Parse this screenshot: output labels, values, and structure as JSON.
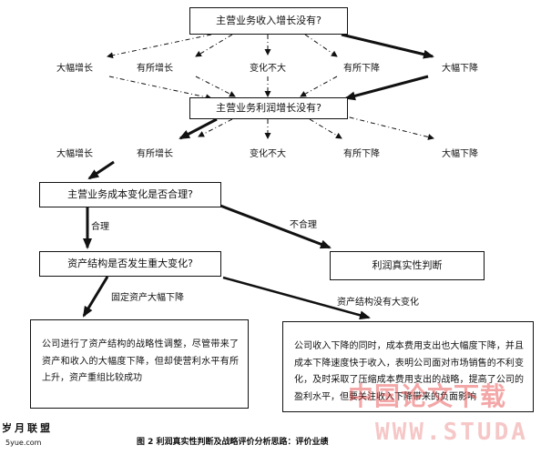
{
  "boxes": {
    "revenue_growth": "主营业务收入增长没有?",
    "profit_growth": "主营业务利润增长没有?",
    "cost_change": "主营业务成本变化是否合理?",
    "asset_structure": "资产结构是否发生重大变化?",
    "profit_judgment": "利润真实性判断"
  },
  "row1_labels": [
    "大幅增长",
    "有所增长",
    "变化不大",
    "有所下降",
    "大幅下降"
  ],
  "row2_labels": [
    "大幅增长",
    "有所增长",
    "变化不大",
    "有所下降",
    "大幅下降"
  ],
  "branch_labels": {
    "reasonable": "合理",
    "unreasonable": "不合理",
    "fixed_assets_drop": "固定资产大幅下降",
    "no_major_change": "资产结构没有大变化"
  },
  "conclusions": {
    "left": "公司进行了资产结构的战略性调整，尽管带来了资产和收入的大幅度下降，但却使营利水平有所上升，资产重组比较成功",
    "right": "公司收入下降的同时，成本费用支出也大幅度下降，并且成本下降速度快于收入，表明公司面对市场销售的不利变化，及时采取了压缩成本费用支出的战略，提高了公司的盈利水平，但要关注收入下降带来的负面影响"
  },
  "caption": "图 2   利润真实性判断及战略评价分析思路：评价业绩",
  "watermark": {
    "site_cn": "岁月联盟",
    "site_url": "5yue.com",
    "overlay_cn": "中国论文下载",
    "overlay_url": "WWW.STUDA"
  }
}
